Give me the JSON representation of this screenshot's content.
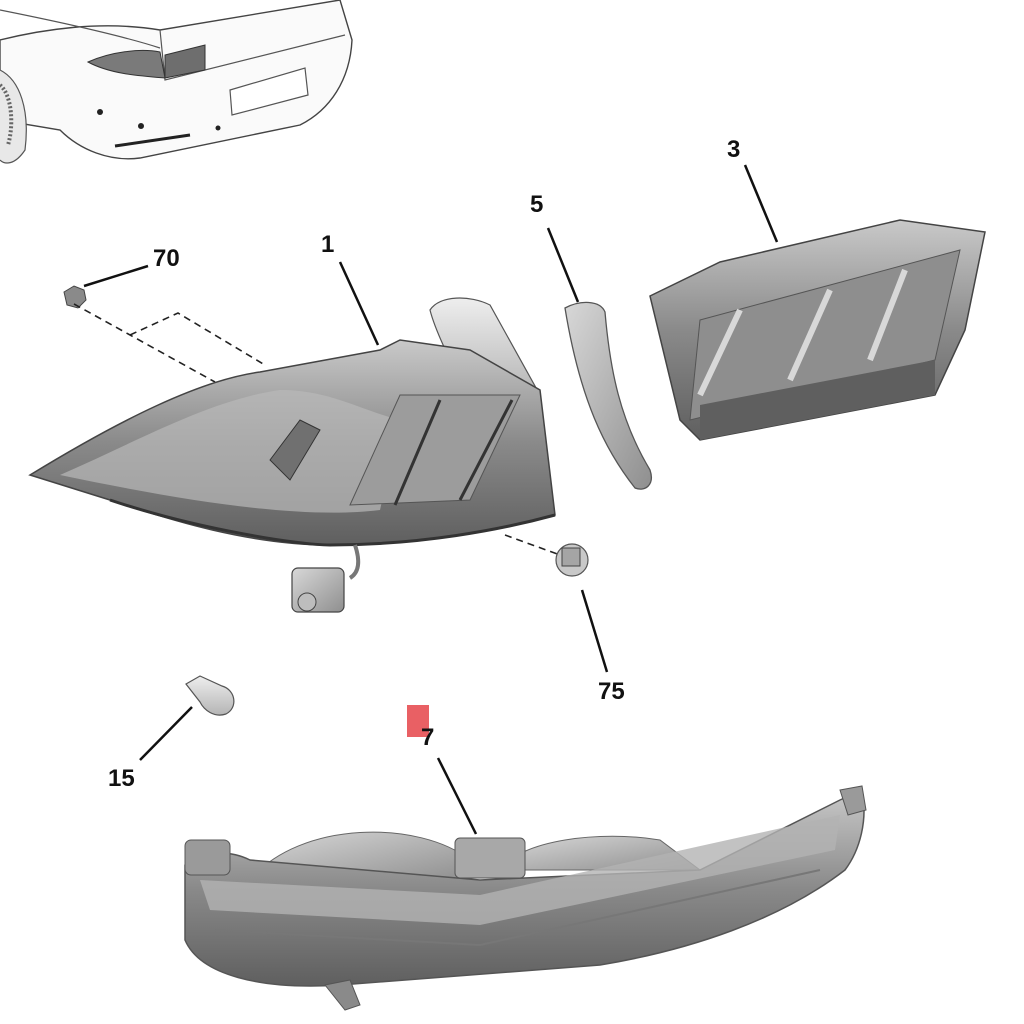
{
  "diagram": {
    "type": "exploded-parts-diagram",
    "subject": "rear lamp assembly",
    "colors": {
      "background": "#ffffff",
      "line": "#111111",
      "part_fill_dark": "#7d7d7d",
      "part_fill_mid": "#a8a8a8",
      "part_fill_light": "#d6d6d6",
      "highlight_marker": "#e8575c"
    },
    "callouts": [
      {
        "id": "1",
        "label": "1",
        "part": "rear-lamp-outer"
      },
      {
        "id": "3",
        "label": "3",
        "part": "rear-lamp-inner"
      },
      {
        "id": "5",
        "label": "5",
        "part": "seal-bracket"
      },
      {
        "id": "7",
        "label": "7",
        "part": "bumper-lamp"
      },
      {
        "id": "15",
        "label": "15",
        "part": "bulb"
      },
      {
        "id": "70",
        "label": "70",
        "part": "nut"
      },
      {
        "id": "75",
        "label": "75",
        "part": "clip"
      }
    ],
    "highlight": {
      "target_callout": "7"
    }
  }
}
